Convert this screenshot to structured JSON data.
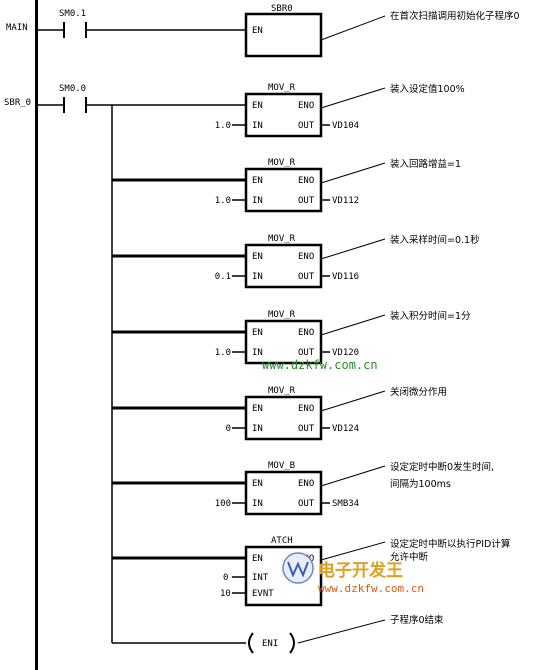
{
  "rungs": {
    "main": {
      "label": "MAIN",
      "contact": "SM0.1",
      "box_title": "SBR0",
      "en": "EN",
      "comment": "在首次扫描调用初始化子程序0"
    },
    "sbr": {
      "label": "SBR_0",
      "contact": "SM0.0"
    }
  },
  "blocks": [
    {
      "title": "MOV_R",
      "en": "EN",
      "eno": "ENO",
      "in_pin": "IN",
      "out_pin": "OUT",
      "in_val": "1.0",
      "out_val": "VD104",
      "comment": "装入设定值100%"
    },
    {
      "title": "MOV_R",
      "en": "EN",
      "eno": "ENO",
      "in_pin": "IN",
      "out_pin": "OUT",
      "in_val": "1.0",
      "out_val": "VD112",
      "comment": "装入回路增益=1"
    },
    {
      "title": "MOV_R",
      "en": "EN",
      "eno": "ENO",
      "in_pin": "IN",
      "out_pin": "OUT",
      "in_val": "0.1",
      "out_val": "VD116",
      "comment": "装入采样时间=0.1秒"
    },
    {
      "title": "MOV_R",
      "en": "EN",
      "eno": "ENO",
      "in_pin": "IN",
      "out_pin": "OUT",
      "in_val": "1.0",
      "out_val": "VD120",
      "comment": "装入积分时间=1分"
    },
    {
      "title": "MOV_R",
      "en": "EN",
      "eno": "ENO",
      "in_pin": "IN",
      "out_pin": "OUT",
      "in_val": "0",
      "out_val": "VD124",
      "comment": "关闭微分作用"
    },
    {
      "title": "MOV_B",
      "en": "EN",
      "eno": "ENO",
      "in_pin": "IN",
      "out_pin": "OUT",
      "in_val": "100",
      "out_val": "SMB34",
      "comment": "设定定时中断0发生时间,",
      "comment2": "间隔为100ms"
    }
  ],
  "atch": {
    "title": "ATCH",
    "en": "EN",
    "eno": "ENO",
    "int_pin": "INT",
    "evnt_pin": "EVNT",
    "int_val": "0",
    "evnt_val": "10",
    "comment": "设定定时中断以执行PID计算",
    "comment2": "允许中断"
  },
  "eni": {
    "label": "ENI",
    "comment": "子程序0结束"
  },
  "watermark": {
    "url1": "www.dzkfw.com.cn",
    "url2": "www.dzkfw.com.cn",
    "logo_text": "电子开发王"
  }
}
